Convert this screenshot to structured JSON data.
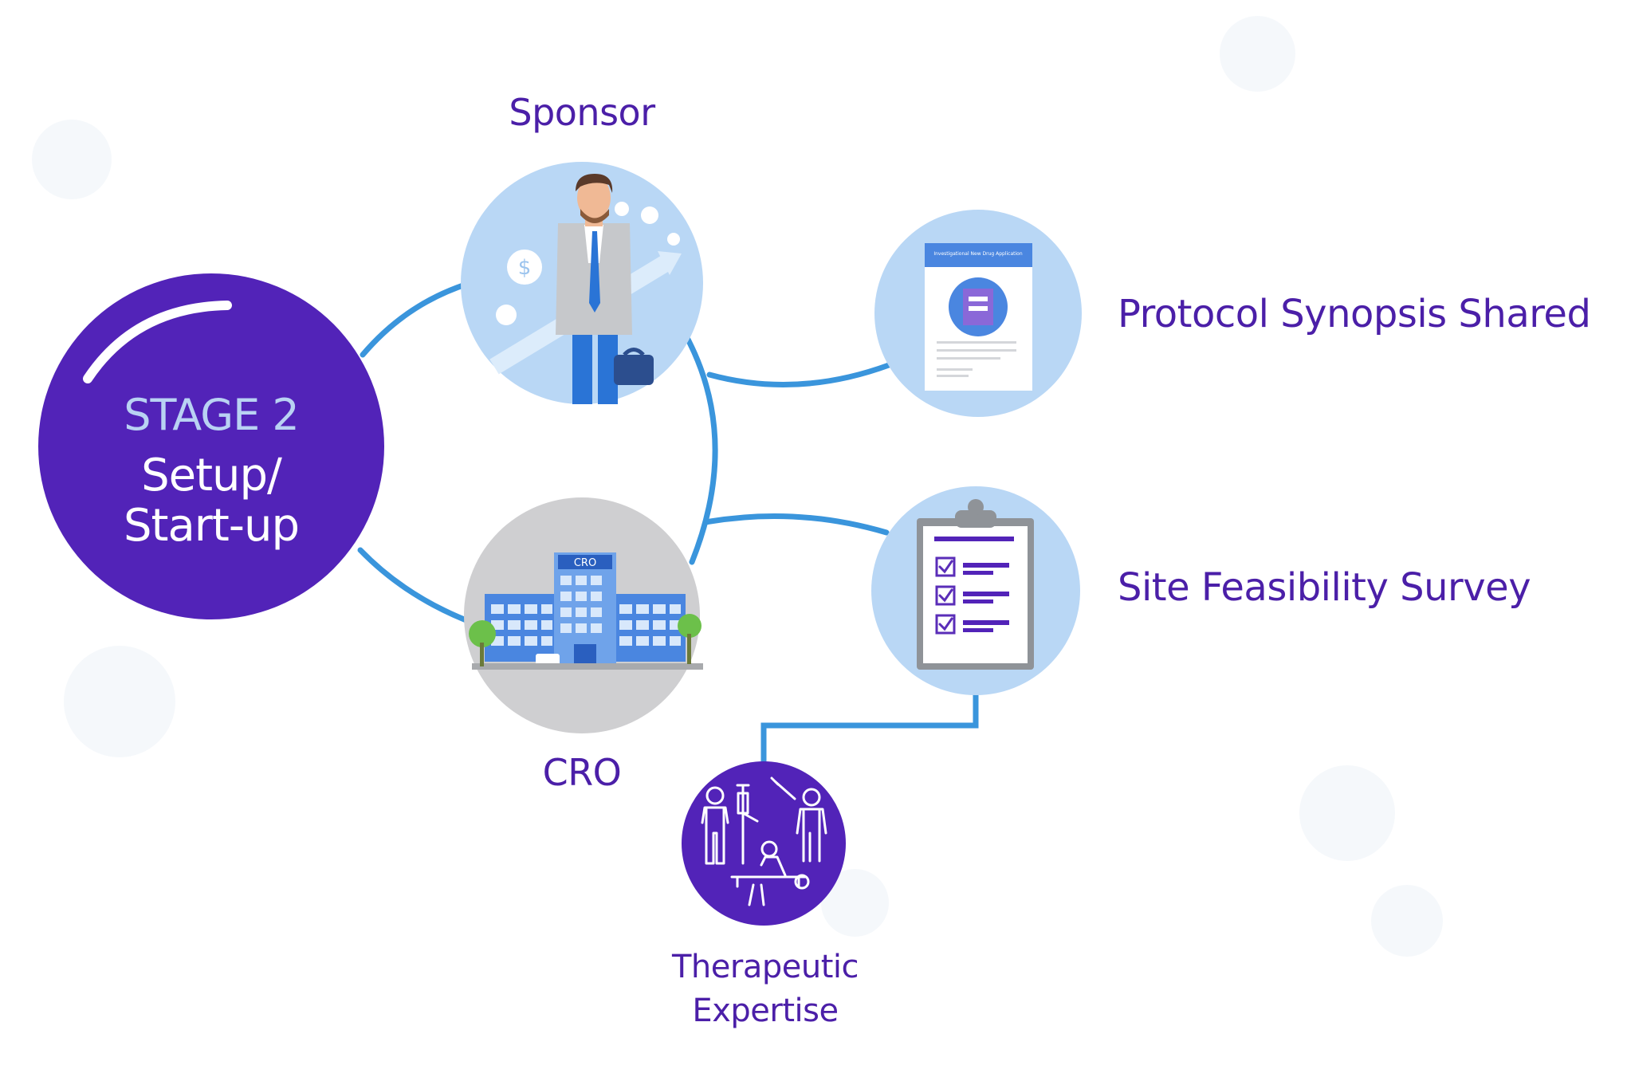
{
  "stage": {
    "title": "STAGE 2",
    "line1": "Setup/",
    "line2": "Start-up"
  },
  "nodes": {
    "sponsor": "Sponsor",
    "cro": "CRO",
    "therapeutic_line1": "Therapeutic",
    "therapeutic_line2": "Expertise"
  },
  "outputs": {
    "protocol": "Protocol Synopsis Shared",
    "feasibility": "Site Feasibility Survey"
  },
  "images": {
    "cro_sign": "CRO",
    "document_header": "Investigational New Drug Application"
  },
  "colors": {
    "purple": "#5223b8",
    "label_purple": "#4b1fa8",
    "connector_blue": "#3a95dc",
    "light_blue": "#b9d7f5",
    "cro_gray": "#cfcfd1"
  }
}
